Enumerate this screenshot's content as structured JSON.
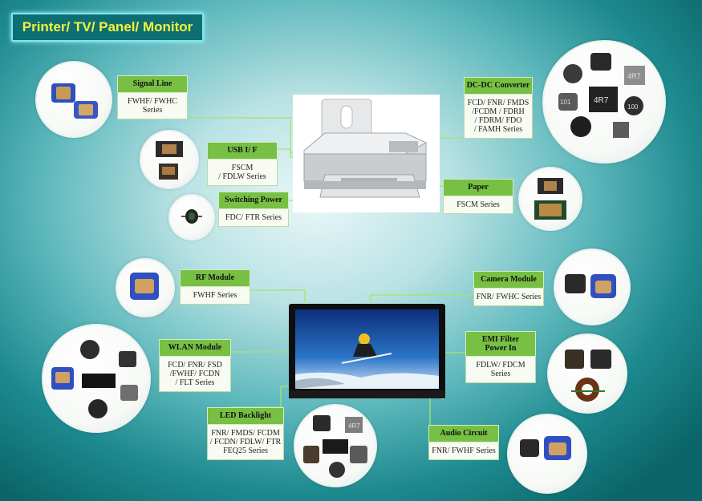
{
  "title": "Printer/ TV/ Panel/ Monitor",
  "labels": {
    "signal_line": {
      "head": "Signal Line",
      "body": "FWHF/ FWHC\nSeries"
    },
    "usb": {
      "head": "USB I/ F",
      "body": "FSCM\n/ FDLW Series"
    },
    "switching_power": {
      "head": "Switching Power",
      "body": "FDC/ FTR Series"
    },
    "dcdc": {
      "head": "DC-DC Converter",
      "body": "FCD/ FNR/ FMDS\n/FCDM / FDRH\n/ FDRM/ FDO\n/ FAMH Series"
    },
    "paper": {
      "head": "Paper",
      "body": "FSCM Series"
    },
    "rf_module": {
      "head": "RF Module",
      "body": "FWHF Series"
    },
    "camera_module": {
      "head": "Camera Module",
      "body": "FNR/ FWHC  Series"
    },
    "wlan_module": {
      "head": "WLAN Module",
      "body": "FCD/ FNR/ FSD\n/FWHF/ FCDN\n/ FLT Series"
    },
    "emi_filter": {
      "head": "EMI Filter\nPower In",
      "body": "FDLW/ FDCM\nSeries"
    },
    "led_backlight": {
      "head": "LED Backlight",
      "body": "FNR/ FMDS/ FCDM\n/ FCDN/ FDLW/ FTR\nFEQ25 Series"
    },
    "audio_circuit": {
      "head": "Audio Circuit",
      "body": "FNR/ FWHF  Series"
    }
  },
  "component_markings": {
    "dcdc_a": "4R7",
    "dcdc_b": "4R7",
    "dcdc_c": "100",
    "dcdc_d": "101",
    "led_a": "4R7"
  },
  "colors": {
    "label_head": "#77c043",
    "title_text": "#f6f13a",
    "connector": "#9fe06a"
  }
}
